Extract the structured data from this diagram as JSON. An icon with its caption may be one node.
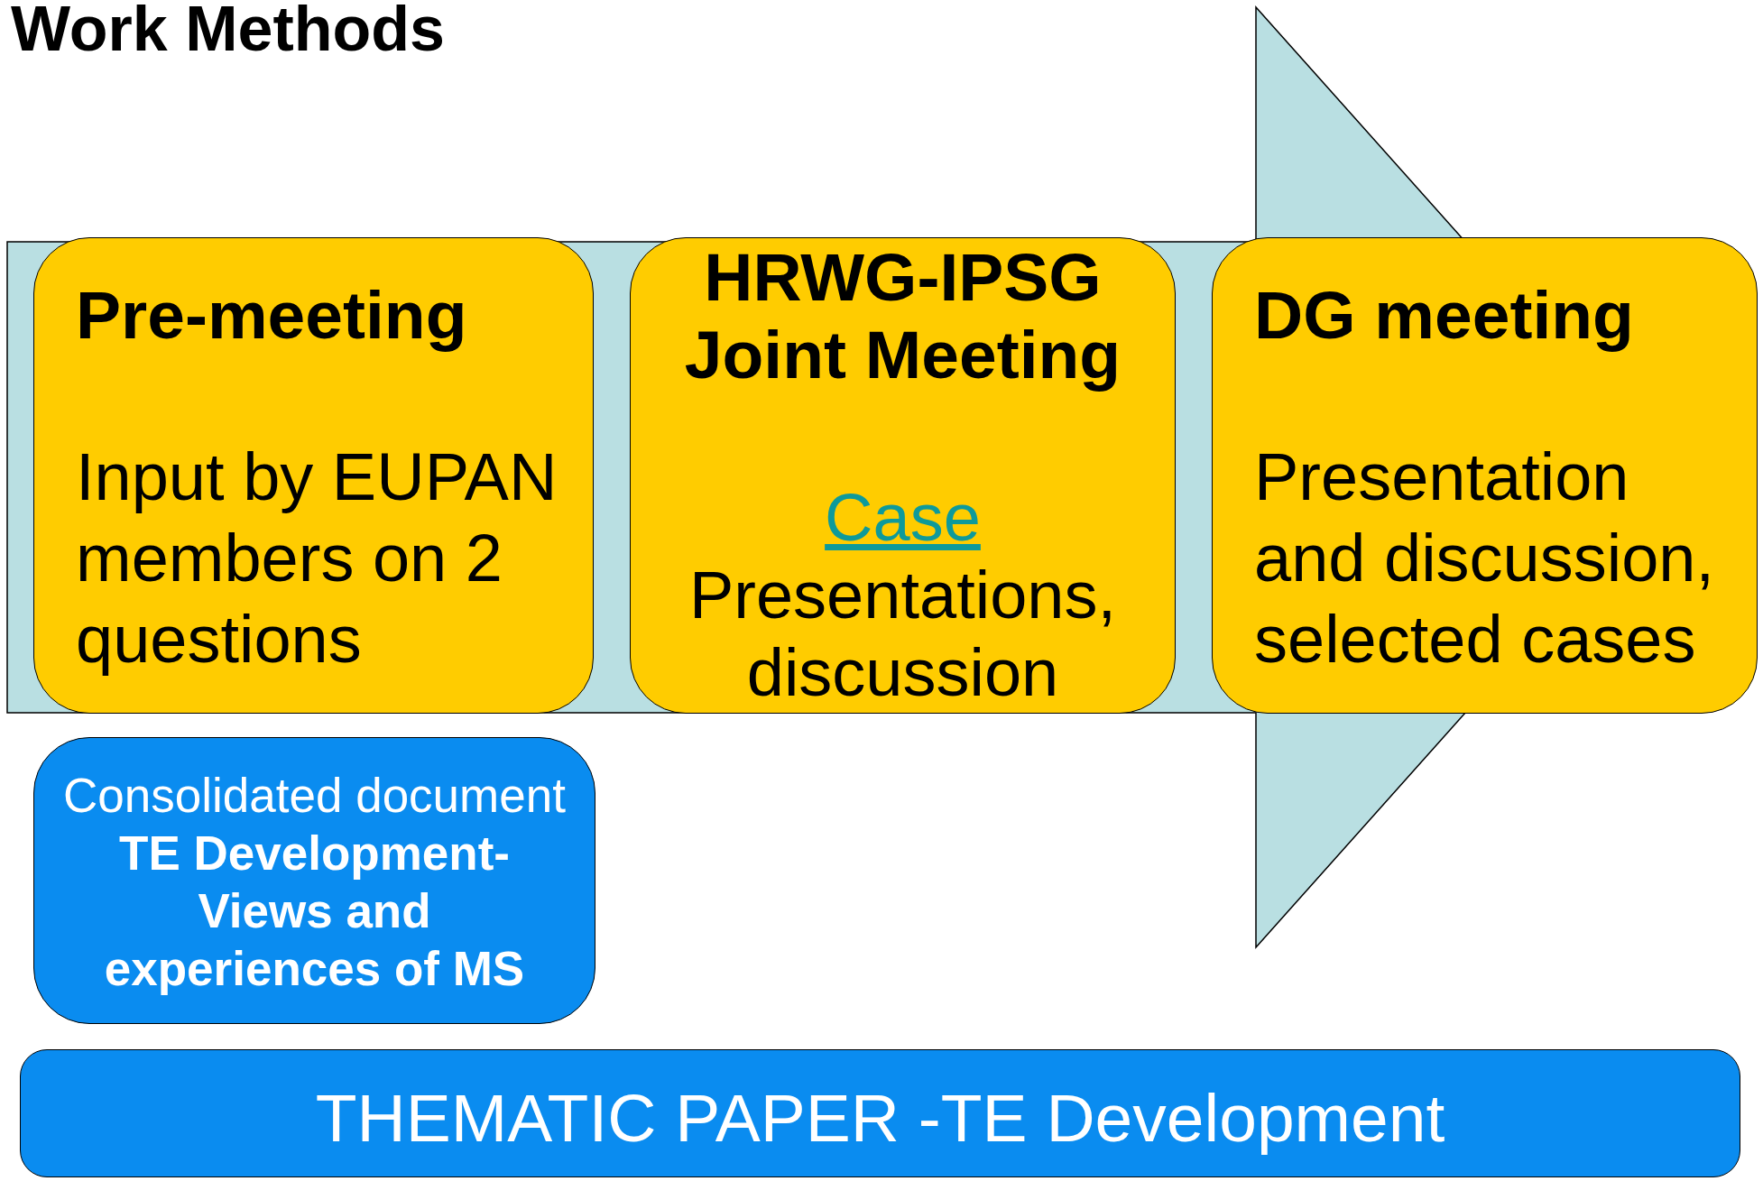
{
  "diagram": {
    "title": "Work Methods",
    "nodes": [
      {
        "text": [
          "Pre-meeting",
          "Input by EUPAN members on 2 questions"
        ]
      },
      {
        "text": [
          "HRWG-IPSG Joint Meeting",
          "Case",
          "Presentations, discussion"
        ]
      },
      {
        "text": [
          "DG meeting",
          "Presentation and discussion, selected cases"
        ]
      },
      {
        "text": [
          "Consolidated document",
          "TE Development- Views and experiences of MS"
        ]
      },
      {
        "text": [
          "THEMATIC PAPER -TE Development"
        ]
      }
    ],
    "edges": [
      {
        "from": 0,
        "to": 2,
        "arrow": "to",
        "style": "thick"
      }
    ]
  }
}
